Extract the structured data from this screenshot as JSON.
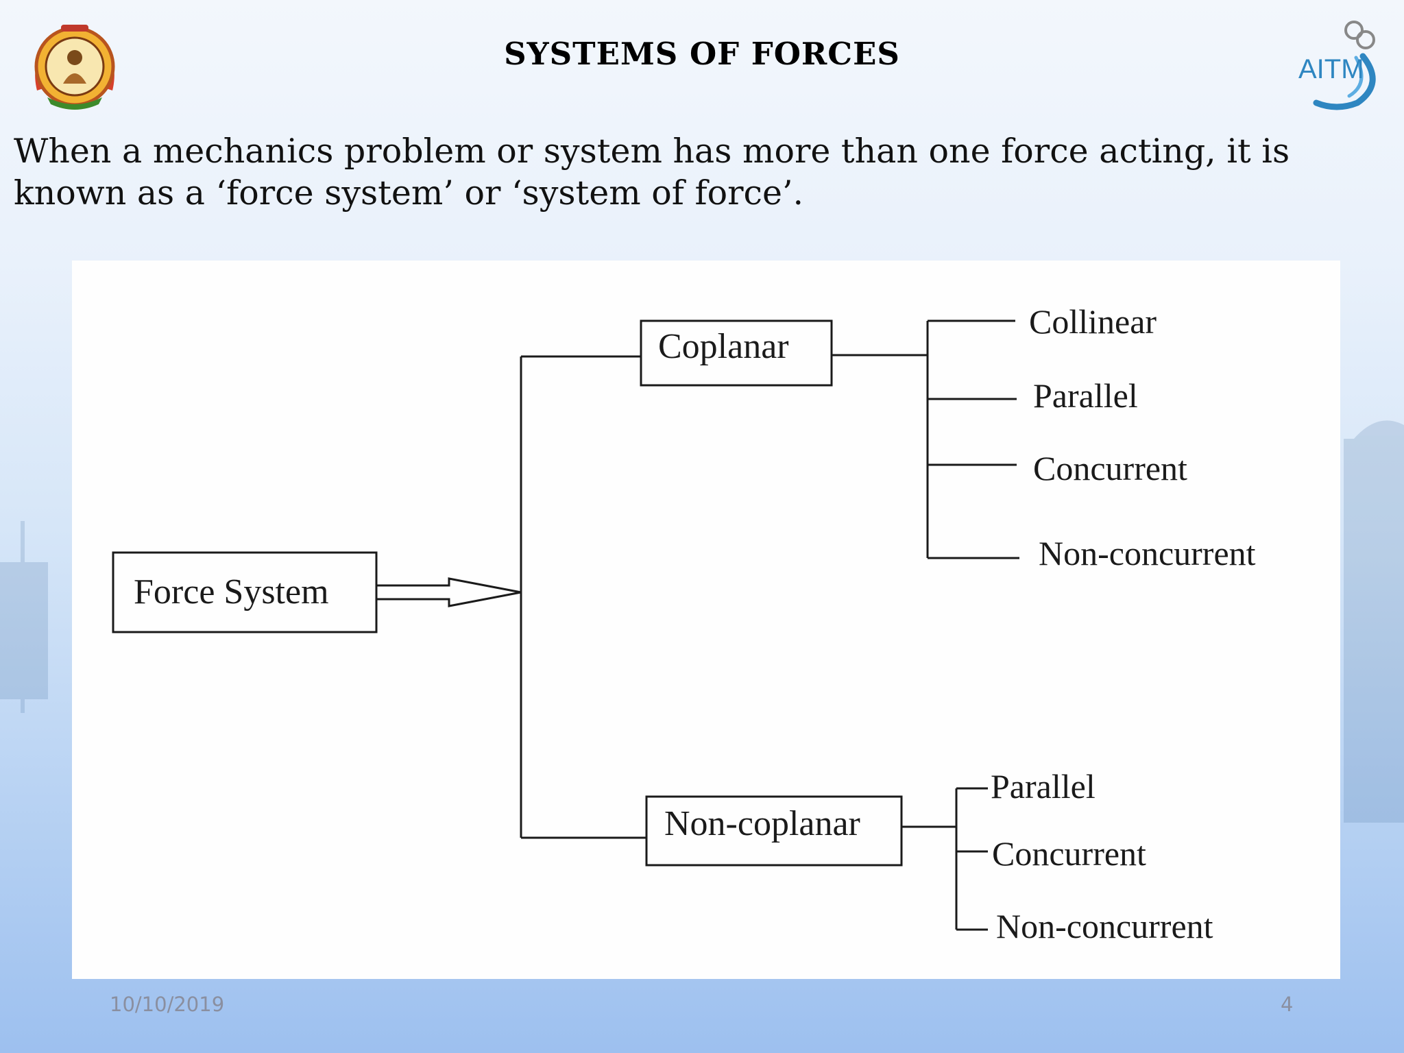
{
  "slide": {
    "title": "SYSTEMS OF FORCES",
    "intro_line1": "When a mechanics problem or system has more than one force acting, it is",
    "intro_line2": "known as a ‘force system’ or ‘system of force’.",
    "date": "10/10/2019",
    "page_number": "4"
  },
  "logos": {
    "left": "college-emblem",
    "right_text": "AITM"
  },
  "diagram": {
    "root": "Force System",
    "coplanar": {
      "label": "Coplanar",
      "children": [
        "Collinear",
        "Parallel",
        "Concurrent",
        "Non-concurrent"
      ]
    },
    "non_coplanar": {
      "label": "Non-coplanar",
      "children": [
        "Parallel",
        "Concurrent",
        "Non-concurrent"
      ]
    }
  },
  "colors": {
    "line": "#1a1a1a",
    "background_top": "#f3f7fc",
    "background_bottom": "#9dc0ef"
  }
}
